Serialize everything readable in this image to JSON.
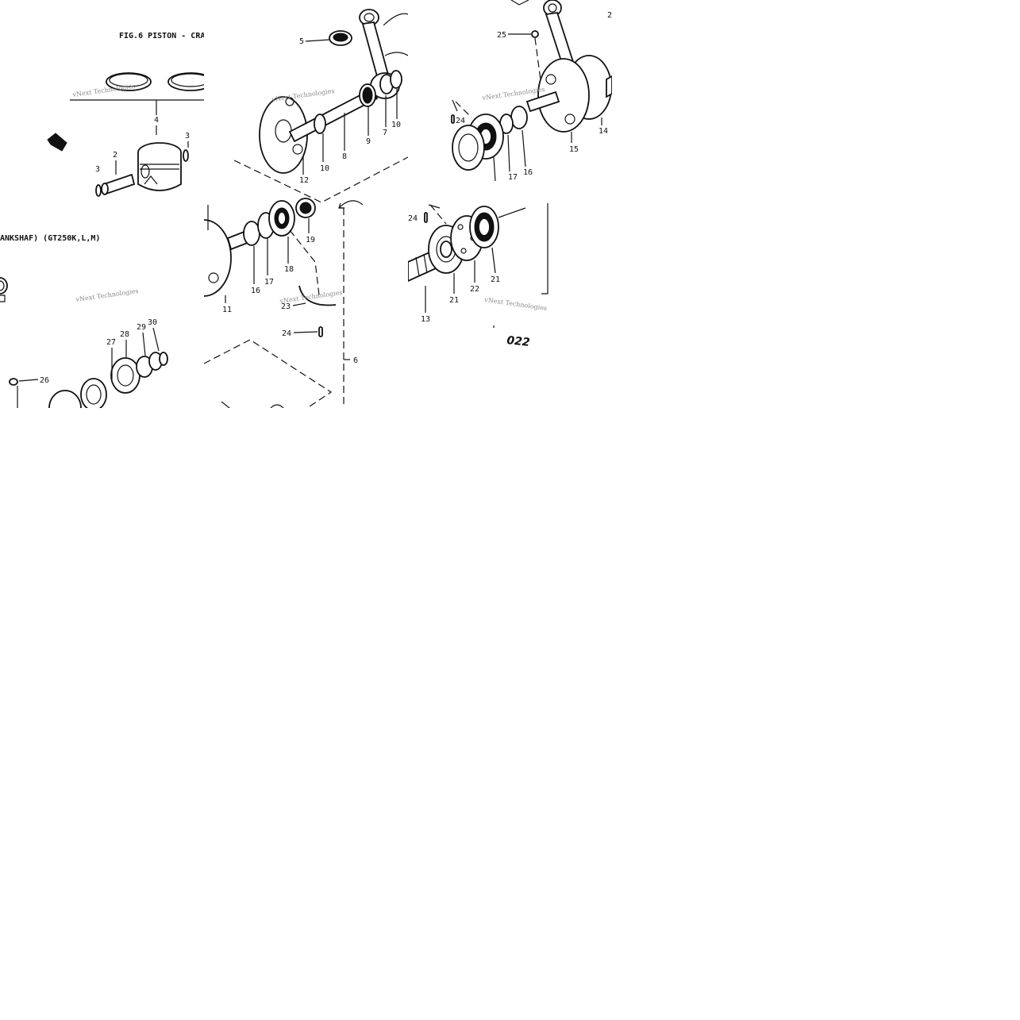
{
  "figure": {
    "title_part": "FIG.6  PISTON - CRA",
    "subtitle_part": "ANKSHAF) (GT250K,L,M)",
    "code": "022",
    "watermark": "vNext Technologies"
  },
  "callouts": {
    "t1": [
      "4",
      "3",
      "2",
      "3",
      "30",
      "29",
      "28",
      "27",
      "26"
    ],
    "t2": [
      "5",
      "7",
      "10",
      "9",
      "8",
      "10",
      "12",
      "19",
      "18",
      "17",
      "16",
      "11",
      "23",
      "24",
      "6"
    ],
    "t3": [
      "25",
      "2",
      "24",
      "14",
      "15",
      "16",
      "17",
      "24",
      "21",
      "22",
      "21",
      "13"
    ]
  }
}
